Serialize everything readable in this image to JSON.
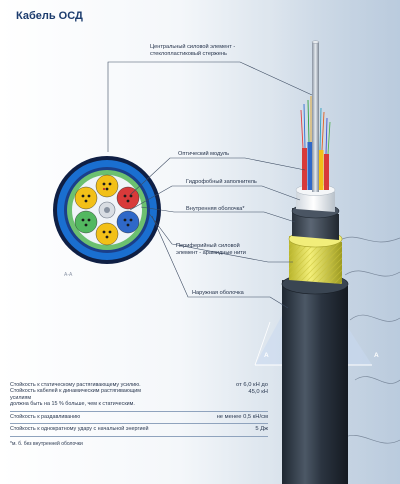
{
  "title": "Кабель ОСД",
  "callouts": {
    "central_strength_member": "Центральный силовой элемент -\nстеклопластиковый стержень",
    "optical_module": "Оптический модуль",
    "hydrophobic_filler": "Гидрофобный заполнитель",
    "inner_sheath": "Внутренняя оболочка*",
    "peripheral_strength": "Периферийный силовой\nэлемент - арамидные нити",
    "outer_sheath": "Наружная оболочка"
  },
  "section_labels": {
    "left": "A",
    "right": "A",
    "cross_section": "А-А"
  },
  "specs": [
    {
      "label": "Стойкость к статическому растягивающему усилию.\nСтойкость кабелей к динамическим растягивающим усилиям\nдолжна быть на 15 % больше, чем к статическим.",
      "value": "от 6,0 кН до\n45,0 кН"
    },
    {
      "label": "Стойкость к раздавливанию",
      "value": "не менее 0,5 кН/см"
    },
    {
      "label": "Стойкость к однократному удару с начальной энергией",
      "value": "5 Дж"
    }
  ],
  "footnote": "*м. б. без внутренней оболочки",
  "colors": {
    "outer_sheath": "#2a3440",
    "aramid": "#e8e24a",
    "inner_sheath": "#3a4450",
    "cross_outer_blue": "#1a6fd0",
    "cross_inner_green": "#6cc070",
    "module_yellow": "#f2c018",
    "module_red": "#d83a3a",
    "module_blue": "#2f68c8",
    "module_green": "#53b860",
    "accent_title": "#1c3c6e"
  }
}
